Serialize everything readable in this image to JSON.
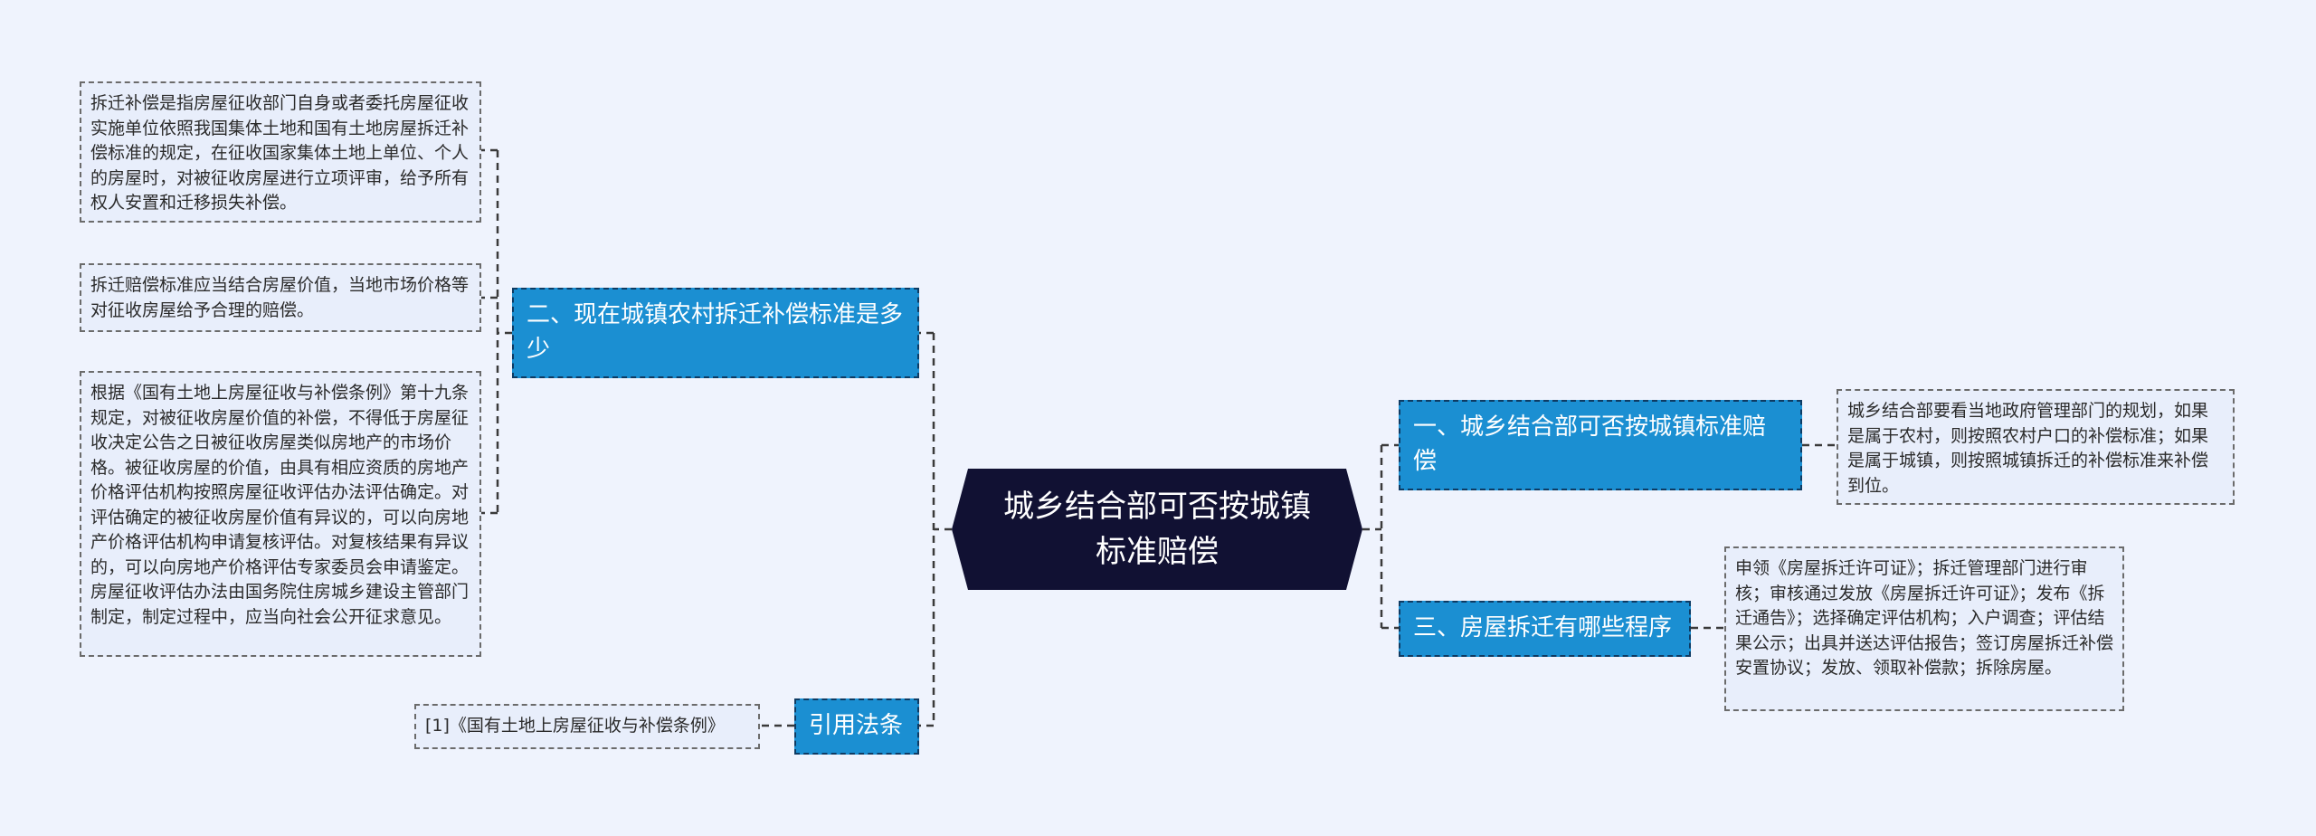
{
  "mindmap": {
    "central": {
      "label": "城乡结合部可否按城镇标准赔偿"
    },
    "branches": [
      {
        "label": "二、现在城镇农村拆迁补偿标准是多少",
        "children": [
          "拆迁补偿是指房屋征收部门自身或者委托房屋征收实施单位依照我国集体土地和国有土地房屋拆迁补偿标准的规定，在征收国家集体土地上单位、个人的房屋时，对被征收房屋进行立项评审，给予所有权人安置和迁移损失补偿。",
          "拆迁赔偿标准应当结合房屋价值，当地市场价格等对征收房屋给予合理的赔偿。",
          "根据《国有土地上房屋征收与补偿条例》第十九条规定，对被征收房屋价值的补偿，不得低于房屋征收决定公告之日被征收房屋类似房地产的市场价格。被征收房屋的价值，由具有相应资质的房地产价格评估机构按照房屋征收评估办法评估确定。对评估确定的被征收房屋价值有异议的，可以向房地产价格评估机构申请复核评估。对复核结果有异议的，可以向房地产价格评估专家委员会申请鉴定。房屋征收评估办法由国务院住房城乡建设主管部门制定，制定过程中，应当向社会公开征求意见。"
        ]
      },
      {
        "label": "引用法条",
        "children": [
          "[1]《国有土地上房屋征收与补偿条例》"
        ]
      },
      {
        "label": "一、城乡结合部可否按城镇标准赔偿",
        "children": [
          "城乡结合部要看当地政府管理部门的规划，如果是属于农村，则按照农村户口的补偿标准；如果是属于城镇，则按照城镇拆迁的补偿标准来补偿到位。"
        ]
      },
      {
        "label": "三、房屋拆迁有哪些程序",
        "children": [
          "申领《房屋拆迁许可证》；拆迁管理部门进行审核；审核通过发放《房屋拆迁许可证》；发布《拆迁通告》；选择确定评估机构；入户调查；评估结果公示；出具并送达评估报告；签订房屋拆迁补偿安置协议；发放、领取补偿款；拆除房屋。"
        ]
      }
    ]
  },
  "colors": {
    "background": "#eff3fd",
    "central_fill": "#111133",
    "branch_fill": "#1b8fd2",
    "branch_border": "#0e3b63",
    "leaf_fill": "#e8eefb",
    "leaf_border": "#6b6b6b",
    "connector": "#3a3a3a"
  }
}
